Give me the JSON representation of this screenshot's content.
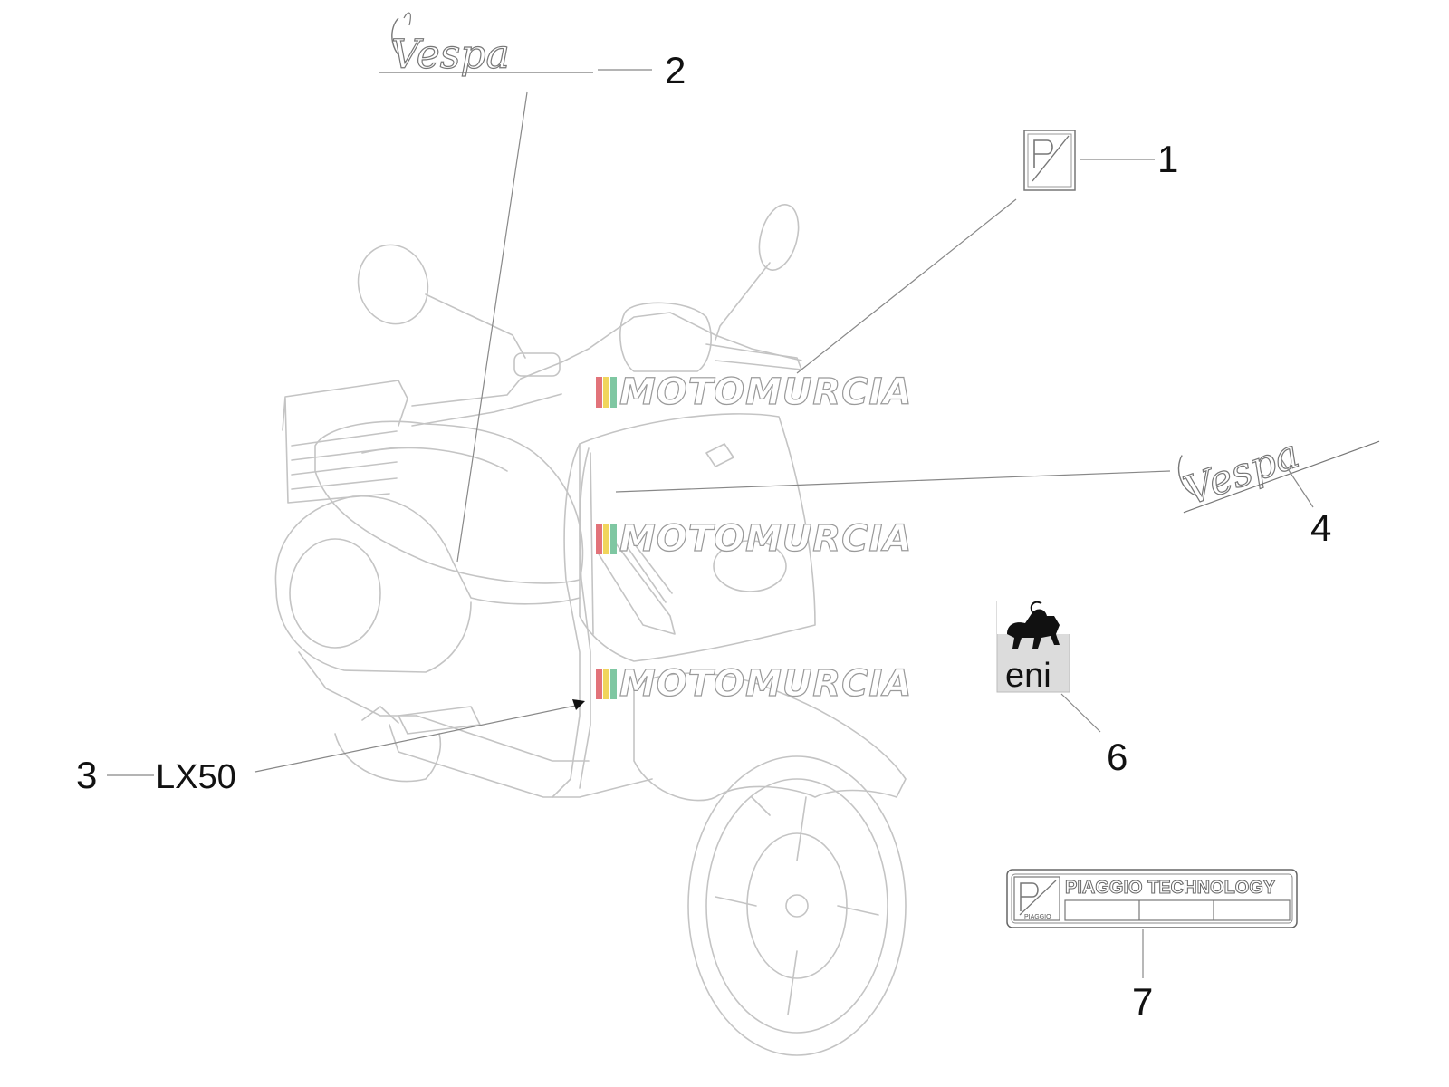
{
  "callouts": [
    {
      "id": "1",
      "label": "1"
    },
    {
      "id": "2",
      "label": "2"
    },
    {
      "id": "3",
      "label": "3",
      "text": "LX50"
    },
    {
      "id": "4",
      "label": "4"
    },
    {
      "id": "6",
      "label": "6"
    },
    {
      "id": "7",
      "label": "7"
    }
  ],
  "logos": {
    "vespa": "Vespa",
    "piaggio_tech": "PIAGGIO TECHNOLOGY",
    "piaggio_small": "PIAGGIO",
    "eni": "eni"
  },
  "watermark": "MOTOMURCIA",
  "colors": {
    "line": "#c4c4c4",
    "leader": "#888888",
    "wm_red": "#e2737a",
    "wm_yellow": "#f1d55c",
    "wm_green": "#7fc7a2"
  }
}
